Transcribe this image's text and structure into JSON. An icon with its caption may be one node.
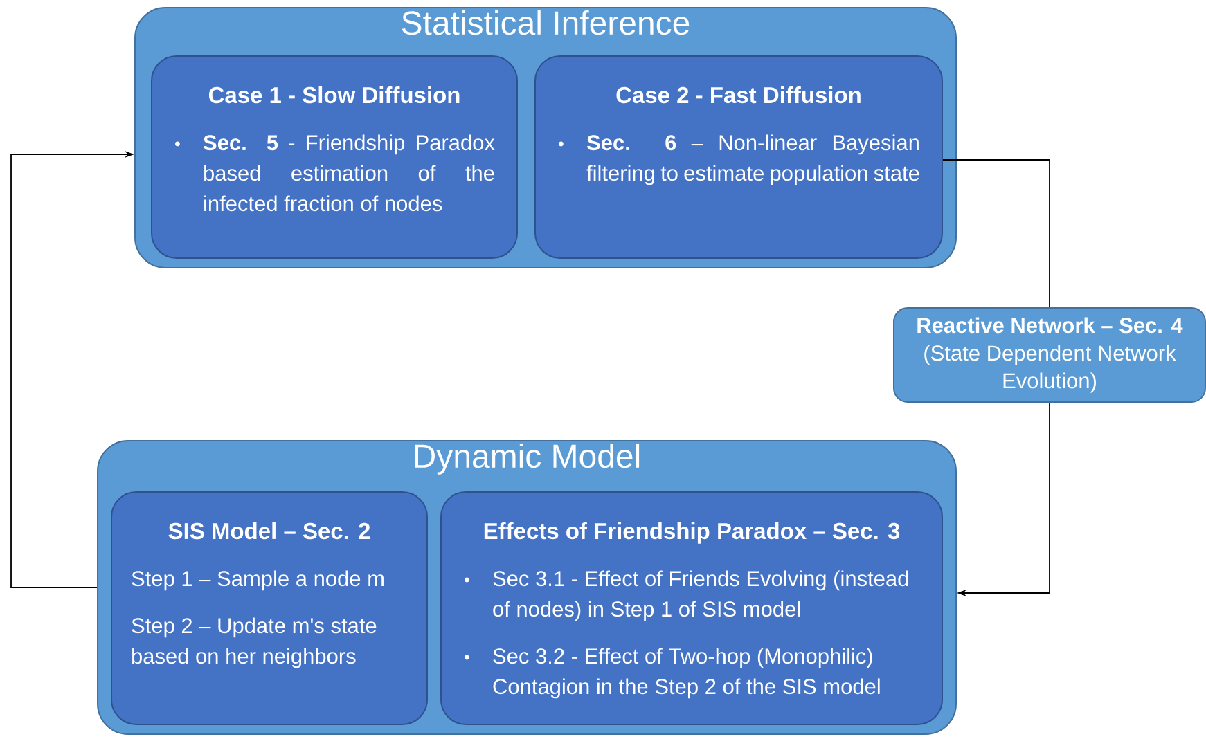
{
  "diagram": {
    "nodes": [
      {
        "text": [
          "Statistical Inference"
        ]
      },
      {
        "text": [
          "Case 1 - Slow Diffusion",
          "**Sec. 5** - Friendship Paradox based estimation of the infected fraction of nodes"
        ],
        "in": 0
      },
      {
        "text": [
          "Case 2 - Fast Diffusion",
          "**Sec. 6** – Non-linear Bayesian filtering to estimate population state"
        ],
        "in": 0
      },
      {
        "text": [
          "Reactive Network – Sec. 4",
          "(State Dependent Network Evolution)"
        ]
      },
      {
        "text": [
          "Dynamic Model"
        ]
      },
      {
        "text": [
          "SIS Model – Sec. 2",
          "Step 1 – Sample a node m",
          "Step 2 – Update m's state based on her neighbors"
        ],
        "in": 4
      },
      {
        "text": [
          "Effects of Friendship Paradox – Sec. 3",
          "Sec 3.1 - Effect of Friends Evolving (instead of nodes) in Step 1 of SIS model",
          "Sec 3.2 - Effect of Two-hop (Monophilic) Contagion in the Step 2 of the SIS model"
        ],
        "in": 4
      }
    ],
    "edges": [
      {
        "from": 4,
        "to": 0,
        "arrow": "to"
      },
      {
        "from": 2,
        "to": 3,
        "arrow": "none"
      },
      {
        "from": 3,
        "to": 4,
        "arrow": "to"
      }
    ]
  }
}
